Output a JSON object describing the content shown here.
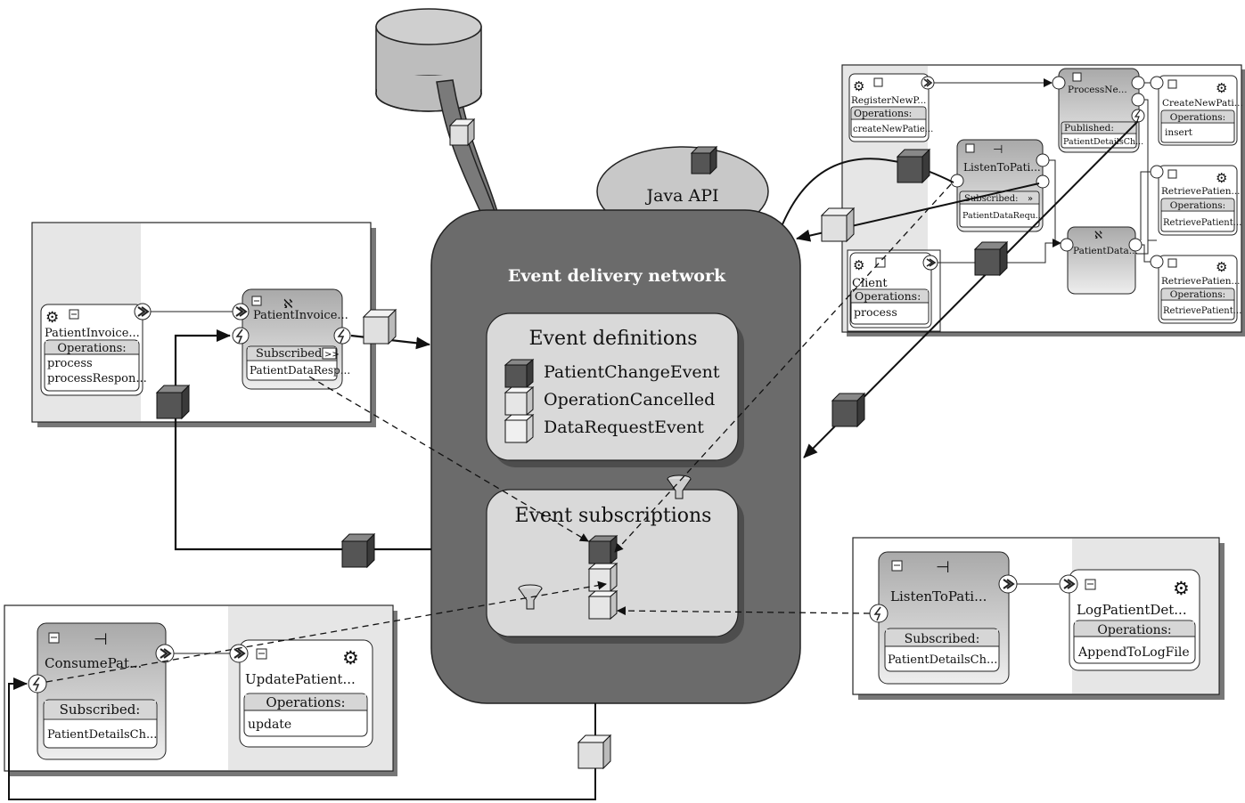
{
  "network": {
    "java_api": "Java API",
    "title": "Event delivery network",
    "definitions_title": "Event definitions",
    "definitions": [
      "PatientChangeEvent",
      "OperationCancelled",
      "DataRequestEvent"
    ],
    "subscriptions_title": "Event subscriptions"
  },
  "left_box": {
    "component_name": "PatientInvoice...",
    "operations_label": "Operations:",
    "operations": [
      "process",
      "processRespon..."
    ],
    "process_name": "PatientInvoice...",
    "subscribed_label": "Subscribed:",
    "subscribed_btn": ">>",
    "subscribed_value": "PatientDataResp..."
  },
  "top_right_box": {
    "register_name": "RegisterNewP...",
    "register_ops_label": "Operations:",
    "register_op": "createNewPatie...",
    "process_new_name": "ProcessNe...",
    "published_label": "Published:",
    "published_value": "PatientDetailsCh...",
    "listen_name": "ListenToPati...",
    "listen_sub_label": "Subscribed:",
    "listen_sub_btn": "»",
    "listen_sub_value": "PatientDataRequ...",
    "create_name": "CreateNewPati...",
    "create_ops_label": "Operations:",
    "create_op": "insert",
    "retrieve1_name": "RetrievePatien...",
    "retrieve1_ops_label": "Operations:",
    "retrieve1_op": "RetrievePatient...",
    "retrieve2_name": "RetrievePatien...",
    "retrieve2_ops_label": "Operations:",
    "retrieve2_op": "RetrievePatient...",
    "patientdata_name": "PatientData...",
    "client_name": "Client",
    "client_ops_label": "Operations:",
    "client_op": "process"
  },
  "bottom_left_box": {
    "consume_name": "ConsumePat...",
    "subscribed_label": "Subscribed:",
    "subscribed_value": "PatientDetailsCh...",
    "update_name": "UpdatePatient...",
    "operations_label": "Operations:",
    "operation": "update"
  },
  "bottom_right_box": {
    "listen_name": "ListenToPati...",
    "subscribed_label": "Subscribed:",
    "subscribed_value": "PatientDetailsCh...",
    "log_name": "LogPatientDet...",
    "operations_label": "Operations:",
    "operation": "AppendToLogFile"
  },
  "colors": {
    "network_fill": "#6b6b6b",
    "panel_fill": "#d9d9d9",
    "dark_cube": "#555555",
    "light_cube": "#e0e0e0",
    "bg_gray": "#e6e6e6"
  }
}
